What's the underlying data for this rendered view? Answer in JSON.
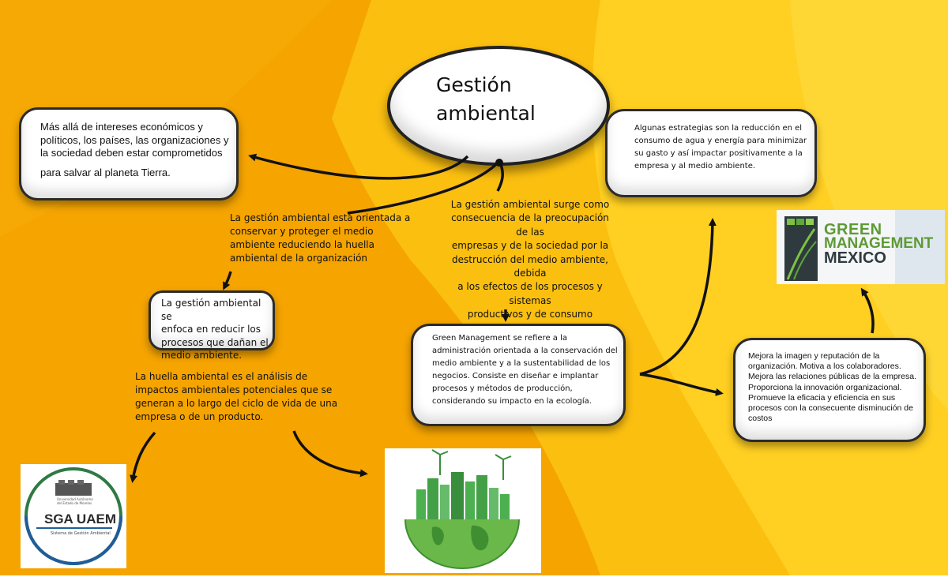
{
  "title": "Gestión ambiental",
  "title_lines": [
    "Gestión",
    "ambiental"
  ],
  "colors": {
    "background": "#f6a800",
    "accent": "#ffcc22",
    "bubble": "#ffffff",
    "border": "#222222",
    "arrow": "#111111"
  },
  "nodes": {
    "top_left": "Más allá de intereses económicos y políticos, los países, las organizaciones y la sociedad deben estar comprometidos para salvar al planeta Tierra.",
    "top_left_lines": [
      "Más allá de intereses económicos y",
      "políticos, los países, las organizaciones y",
      "la sociedad deben estar comprometidos",
      "para salvar al planeta Tierra."
    ],
    "orientada_lines": [
      "La gestión ambiental está orientada a",
      "conservar y proteger el medio",
      "ambiente reduciendo la huella",
      "ambiental de la organización"
    ],
    "surge_lines": [
      "La gestión ambiental surge como",
      "consecuencia de la preocupación de las",
      "empresas y de la sociedad por la",
      "destrucción del medio ambiente, debida",
      "a los efectos de los procesos y sistemas",
      "productivos y de consumo"
    ],
    "top_right_lines": [
      "Algunas estrategias son la reducción en el",
      "consumo de agua y energía para minimizar",
      "su gasto y así impactar positivamente a la",
      "empresa y al medio ambiente."
    ],
    "enfoca_lines": [
      "La gestión ambiental se",
      "enfoca en reducir los",
      "procesos que dañan el",
      "medio ambiente."
    ],
    "huella_lines": [
      "La huella ambiental es el análisis de",
      "impactos ambientales potenciales que se",
      "generan a lo largo del ciclo de vida de una",
      "empresa o de un producto."
    ],
    "green_mgmt_lines": [
      "Green Management se refiere a la",
      "administración orientada a la conservación del",
      "medio ambiente y a la sustentabilidad de los",
      "negocios. Consiste en diseñar e implantar",
      "procesos y métodos de producción,",
      "considerando su impacto en la ecología."
    ],
    "mejora_lines": [
      "Mejora la imagen y reputación de la",
      "organización. Motiva a los colaboradores.",
      "Mejora las relaciones públicas de la empresa.",
      "Proporciona la innovación organizacional.",
      "Promueve la eficacia y eficiencia en sus",
      "procesos con la consecuente disminución de",
      "costos"
    ]
  },
  "logos": {
    "green_management": [
      "GREEN",
      "MANAGEMENT",
      "MEXICO"
    ],
    "sga": {
      "name": "SGA UAEM",
      "subtitle": "Sistema de Gestión Ambiental",
      "crest_text": [
        "Universidad Autónoma",
        "del Estado de Morelos"
      ]
    }
  }
}
